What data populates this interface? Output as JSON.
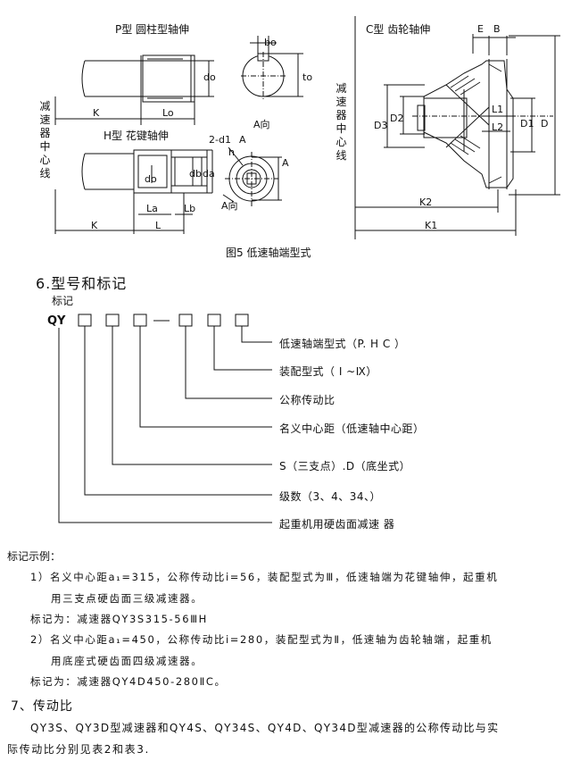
{
  "figure": {
    "p_title": "P型 圆柱型轴伸",
    "h_title": "H型 花键轴伸",
    "c_title": "C型 齿轮轴伸",
    "caption": "图5 低速轴端型式",
    "reducer_center_line": "减速器中心线",
    "labels": {
      "bo": "bo",
      "do": "do",
      "to": "to",
      "K": "K",
      "Lo": "Lo",
      "A_dir": "A向",
      "two_d1": "2-d1",
      "A": "A",
      "h": "h",
      "do2": "do",
      "db": "db",
      "da": "da",
      "La": "La",
      "Lb": "Lb",
      "K2": "K",
      "L": "L",
      "A_dir2": "A向",
      "E": "E",
      "B": "B",
      "D3": "D3",
      "D2": "D2",
      "L1": "L1",
      "L2": "L2",
      "D1": "D1",
      "D": "D",
      "K_2": "K2",
      "K_1": "K1"
    }
  },
  "section6": {
    "title": "6.型号和标记",
    "sub": "标记",
    "prefix": "QY",
    "dash": "–",
    "items": [
      "低速轴端型式（P. H C ）",
      "装配型式（ I ~Ⅸ）",
      "公称传动比",
      "名义中心距（低速轴中心距）",
      "S（三支点）.D（底坐式）",
      "级数（3、4、34、）",
      "起重机用硬齿面减速 器"
    ]
  },
  "examples": {
    "title": "标记示例：",
    "ex1_line1": "1）名义中心距a₁=315，公称传动比i=56，装配型式为Ⅲ，低速轴端为花键轴伸，起重机",
    "ex1_line2": "用三支点硬齿面三级减速器。",
    "ex1_mark": "标记为：减速器QY3S315-56ⅢH",
    "ex2_line1": "2）名义中心距a₁=450，公称传动比i=280，装配型式为Ⅱ，低速轴为齿轮轴端，起重机",
    "ex2_line2": "用底座式硬齿面四级减速器。",
    "ex2_mark": "标记为：减速器QY4D450-280ⅡC。"
  },
  "section7": {
    "title": "7、传动比",
    "para1": "QY3S、QY3D型减速器和QY4S、QY34S、QY4D、QY34D型减速器的公称传动比与实",
    "para2": "际传动比分别见表2和表3."
  }
}
